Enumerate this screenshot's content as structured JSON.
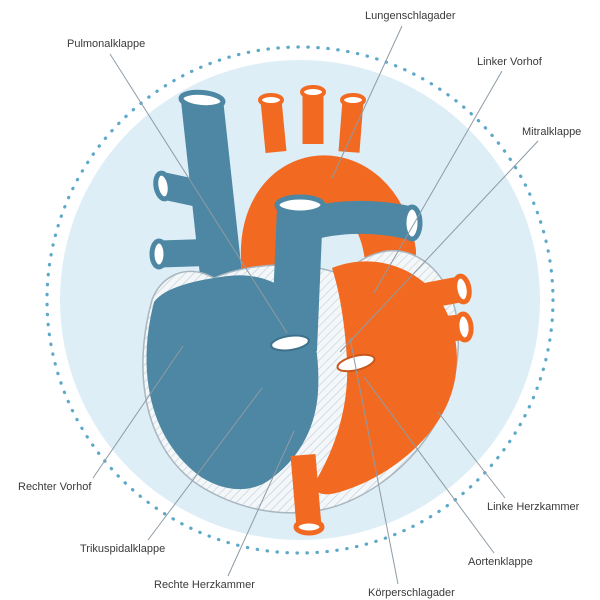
{
  "diagram": {
    "subject": "heart-anatomy",
    "labels": [
      {
        "id": "lungenschlagader",
        "text": "Lungenschlagader"
      },
      {
        "id": "pulmonalklappe",
        "text": "Pulmonalklappe"
      },
      {
        "id": "linker-vorhof",
        "text": "Linker Vorhof"
      },
      {
        "id": "mitralklappe",
        "text": "Mitralklappe"
      },
      {
        "id": "rechter-vorhof",
        "text": "Rechter Vorhof"
      },
      {
        "id": "trikuspidalklappe",
        "text": "Trikuspidalklappe"
      },
      {
        "id": "rechte-herzkammer",
        "text": "Rechte Herzkammer"
      },
      {
        "id": "koerperschlagader",
        "text": "Körperschlagader"
      },
      {
        "id": "aortenklappe",
        "text": "Aortenklappe"
      },
      {
        "id": "linke-herzkammer",
        "text": "Linke Herzkammer"
      }
    ],
    "colors": {
      "oxygenated_orange": "#f26a21",
      "deoxygenated_blue": "#4d87a3",
      "background_circle": "#ddeef7",
      "dotted_ring": "#5ea9c9",
      "label_text": "#3a3a3a",
      "label_line": "#8e9ba4",
      "pericardium_outline": "#a9b6bf"
    }
  }
}
